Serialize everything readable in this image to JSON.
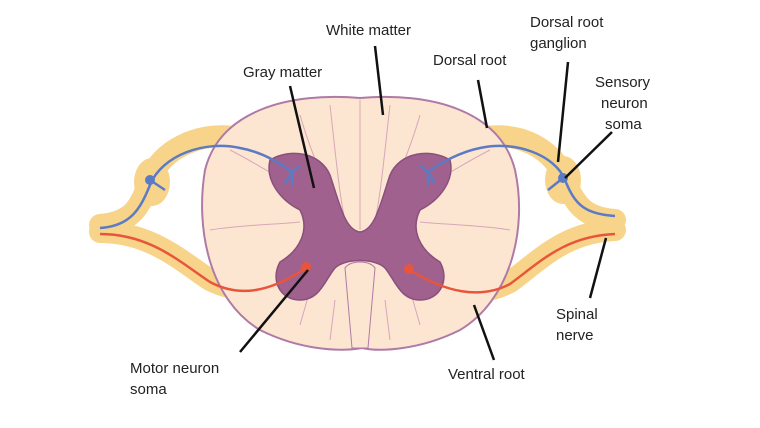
{
  "title": "Spinal cord cross-section",
  "labels": {
    "white_matter": "White matter",
    "gray_matter": "Gray matter",
    "dorsal_root": "Dorsal root",
    "drg_1": "Dorsal root",
    "drg_2": "ganglion",
    "sensory_1": "Sensory",
    "sensory_2": "neuron",
    "sensory_3": "soma",
    "spinal_1": "Spinal",
    "spinal_2": "nerve",
    "ventral_root": "Ventral root",
    "motor_1": "Motor neuron",
    "motor_2": "soma"
  },
  "colors": {
    "white_matter": "#fce6d2",
    "gray_matter": "#a0618e",
    "outline": "#b07aa6",
    "nerve": "#f7d48a",
    "sensory_neuron": "#5b7bc4",
    "motor_neuron": "#e8553a"
  }
}
